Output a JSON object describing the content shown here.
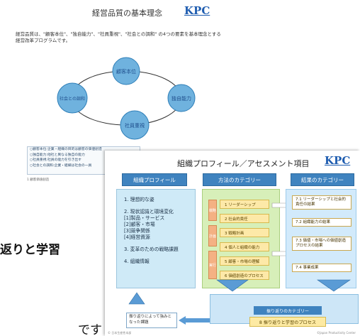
{
  "slide1": {
    "title": "経営品質の基本理念",
    "logo": "KPC",
    "body": "経営品質は、\"顧客本位\"、\"独自能力\"、\"社員重視\"、\"社会との調和\" の4つの要素を基本理念とする経営改革プログラムです。",
    "cycle": [
      "顧客本位",
      "独自能力",
      "社員重視",
      "社会との調和"
    ],
    "list": [
      "○顧客本位:企業・組織の目的は顧客の価値創造",
      "○独自能力:他社と異なる独自の能力",
      "○社員重視:社員の能力を引き出す",
      "○社会との調和:企業・組織は社会の一員"
    ],
    "footnote": "1 顧客価値創造"
  },
  "slide2": {
    "title": "組織プロフィール／アセスメント項目",
    "logo": "KPC",
    "headers": {
      "profile": "組織プロフィール",
      "process": "方法のカテゴリー",
      "results": "結果のカテゴリー"
    },
    "profile_items": [
      "1. 理想的な姿",
      "2. 現状認識と環境変化",
      "  [1]製品・サービス",
      "  [2]顧客・市場",
      "  [3]競争関係",
      "  [4]経営資源",
      "3. 変革のための戦略課題",
      "4. 組織情報"
    ],
    "process_items": [
      "1 リーダーシップ",
      "2 社会的責任",
      "3 戦略計画",
      "4 個人と組織の能力",
      "5 顧客・市場の理解",
      "6 価値創造のプロセス"
    ],
    "stage_tags": [
      "戦略",
      "計画",
      "実行"
    ],
    "result_items": [
      "7.1 リーダーシップと社会的責任の結果",
      "7.2 組織能力の結果",
      "7.3 価値・市場への価値創造プロセスの結果",
      "7.4 事業成果"
    ],
    "reflection_header": "振り返りのカテゴリー",
    "reflection_item": "8 振り返りと学習のプロセス",
    "left_note": "振り返りによって強みとなった課題",
    "footer_left": "© 日本生産性本部",
    "footer_right": "©Japan Productivity Center"
  },
  "partial_text": {
    "line1": "返りと学習",
    "line2": "です"
  },
  "colors": {
    "header_blue": "#3f83bf",
    "kpc_blue": "#1f5db0",
    "profile_bg": "#cfeaf7",
    "process_bg": "#d7efb9",
    "results_bg": "#d2eafb",
    "item_yellow": "#fde9a8"
  }
}
